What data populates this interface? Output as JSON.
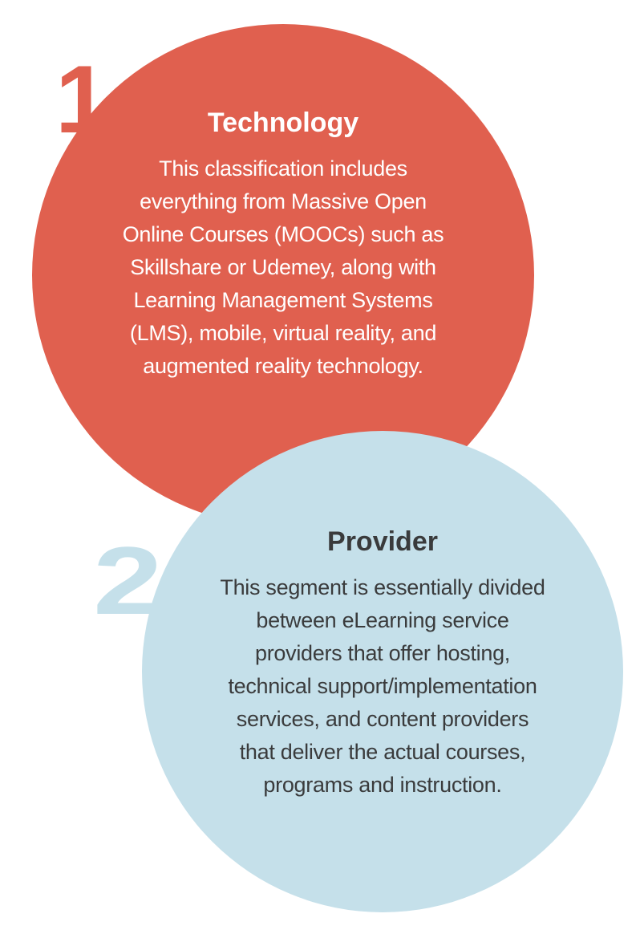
{
  "infographic": {
    "background_color": "#ffffff",
    "sections": [
      {
        "number": "1",
        "number_color": "#e0604f",
        "circle_color": "#e0604f",
        "title": "Technology",
        "title_color": "#ffffff",
        "body_color": "#ffffff",
        "body_lines": [
          "This classification includes",
          "everything from Massive Open",
          "Online Courses (MOOCs) such as",
          "Skillshare or Udemey, along with",
          "Learning Management Systems",
          "(LMS), mobile, virtual reality, and",
          "augmented reality technology."
        ]
      },
      {
        "number": "2",
        "number_color": "#c5e0ea",
        "circle_color": "#c5e0ea",
        "title": "Provider",
        "title_color": "#3a3b3c",
        "body_color": "#3a3b3c",
        "body_lines": [
          "This segment is essentially divided",
          "between eLearning service",
          "providers that offer hosting,",
          "technical support/implementation",
          "services, and content providers",
          "that deliver the actual courses,",
          "programs and instruction."
        ]
      }
    ]
  }
}
